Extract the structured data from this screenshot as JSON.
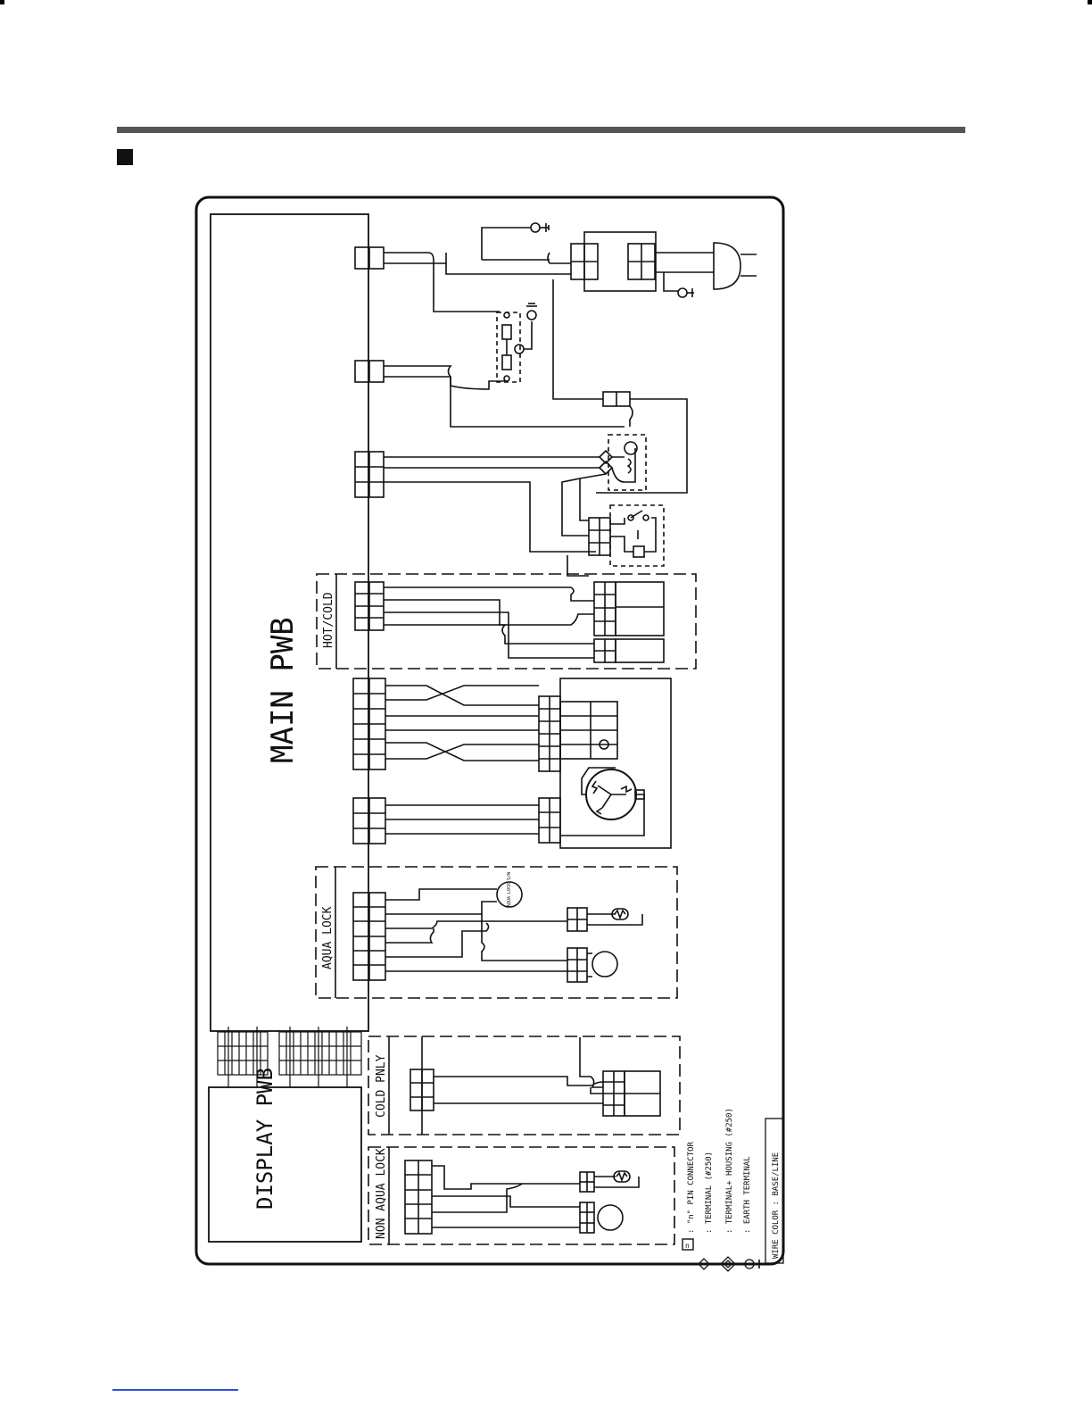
{
  "diagram": {
    "main_board_label": "MAIN PWB",
    "display_board_label": "DISPLAY PWB",
    "section_labels": {
      "hot_cold": "HOT/COLD",
      "aqua_lock": "AQUA LOCK",
      "cold_panel": "COLD PNLY",
      "non_aqua_lock": "NON AQUA LOCK"
    },
    "aqua_lock_sensor_label": "AQUA LOCK S/W",
    "legend": {
      "pin_connector": ": \"n\" PIN CONNECTOR",
      "terminal": ": TERMINAL (#250)",
      "terminal_housing": ": TERMINAL+ HOUSING (#250)",
      "earth_terminal": ": EARTH TERMINAL",
      "wire_color": "WIRE COLOR : BASE/LINE"
    },
    "legend_symbol_n": "n"
  },
  "colors": {
    "line": "#111111",
    "rule": "#555555",
    "footer_link": "#2f4fd6"
  }
}
